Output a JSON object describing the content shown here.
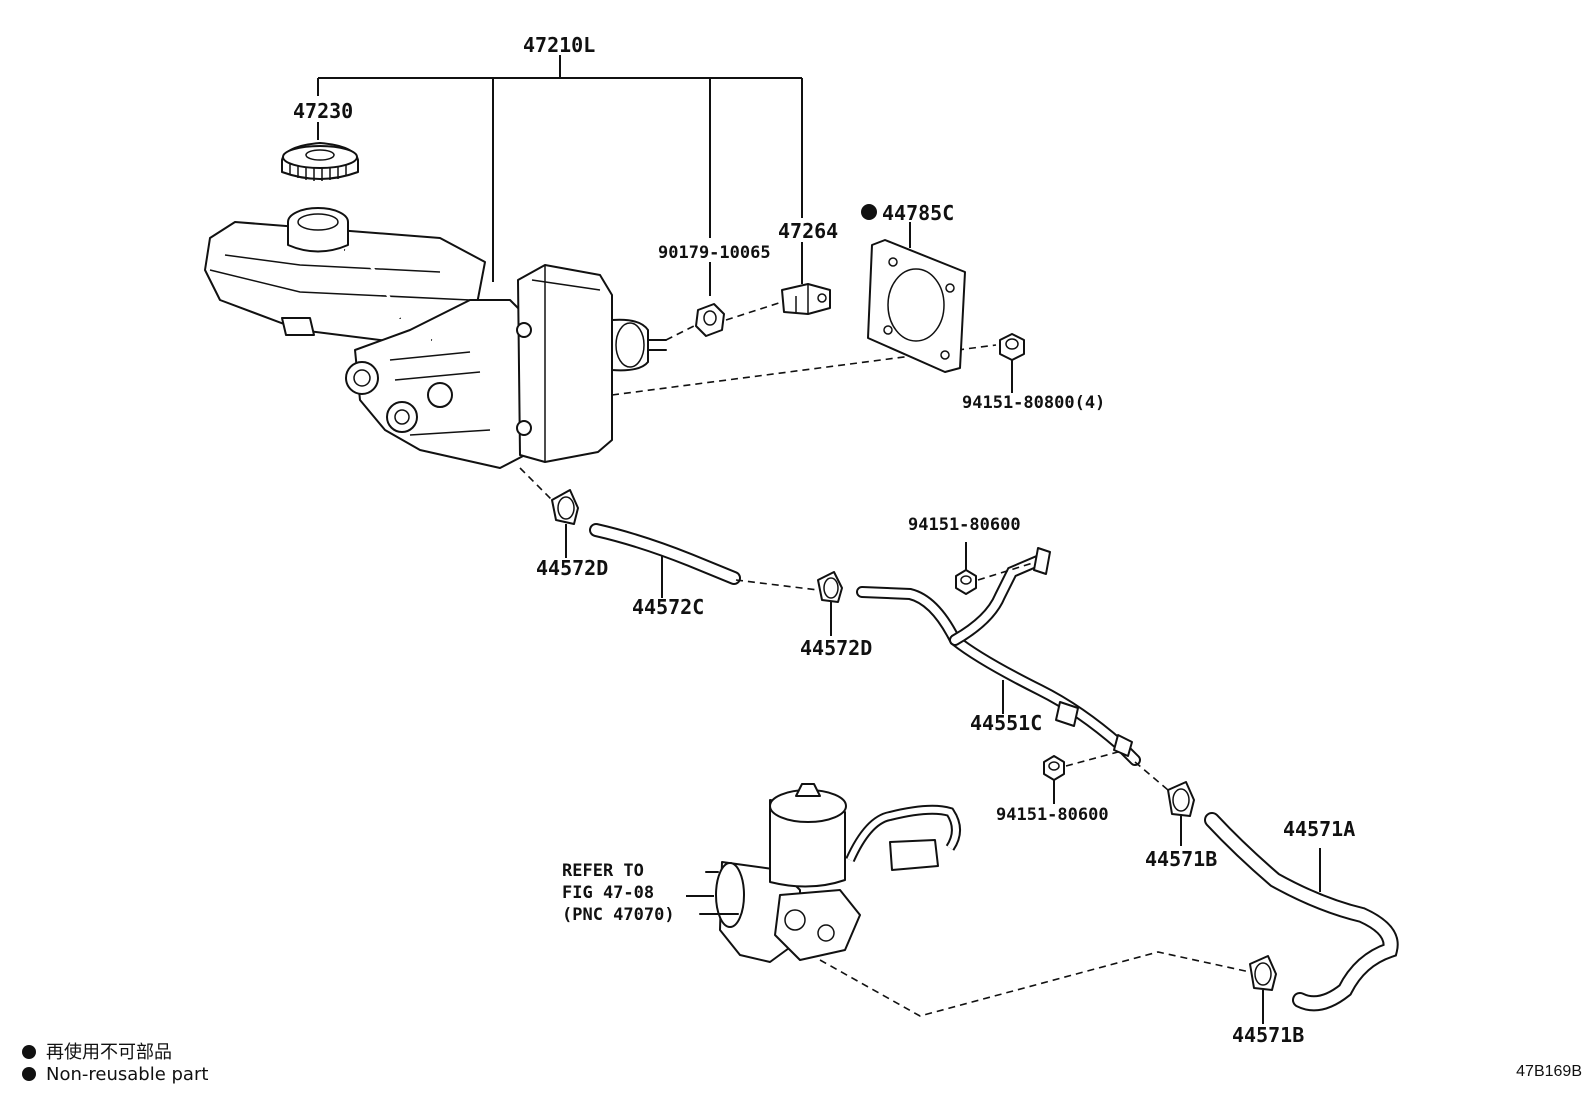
{
  "labels": {
    "master_cyl": "47210L",
    "cap": "47230",
    "grommet": "90179-10065",
    "bracket": "47264",
    "gasket": "44785C",
    "nut_booster": "94151-80800(4)",
    "clamp_d1": "44572D",
    "hose_c": "44572C",
    "clamp_d2": "44572D",
    "nut_pipe1": "94151-80600",
    "pipe": "44551C",
    "nut_pipe2": "94151-80600",
    "clamp_b1": "44571B",
    "hose_a": "44571A",
    "clamp_b2": "44571B"
  },
  "refer": {
    "line1": "REFER TO",
    "line2": "FIG 47-08",
    "line3": "(PNC 47070)"
  },
  "legend": {
    "jp": "再使用不可部品",
    "en": "Non-reusable part"
  },
  "figure_code": "47B169B",
  "non_reusable_marker": "filled-circle"
}
